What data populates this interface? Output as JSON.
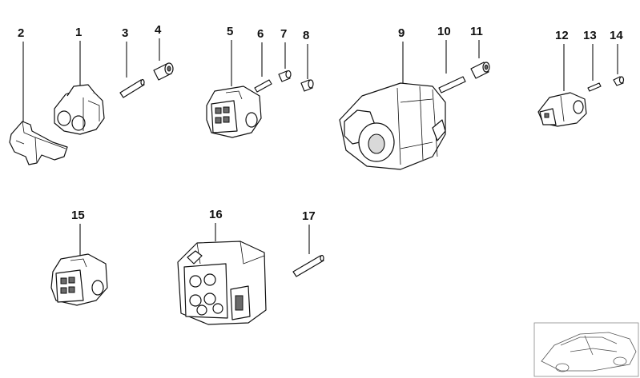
{
  "callouts": {
    "c1": "1",
    "c2": "2",
    "c3": "3",
    "c4": "4",
    "c5": "5",
    "c6": "6",
    "c7": "7",
    "c8": "8",
    "c9": "9",
    "c10": "10",
    "c11": "11",
    "c12": "12",
    "c13": "13",
    "c14": "14",
    "c15": "15",
    "c16": "16",
    "c17": "17"
  },
  "colors": {
    "line": "#111111",
    "fill": "#ffffff",
    "shade": "#d9d9d9"
  }
}
